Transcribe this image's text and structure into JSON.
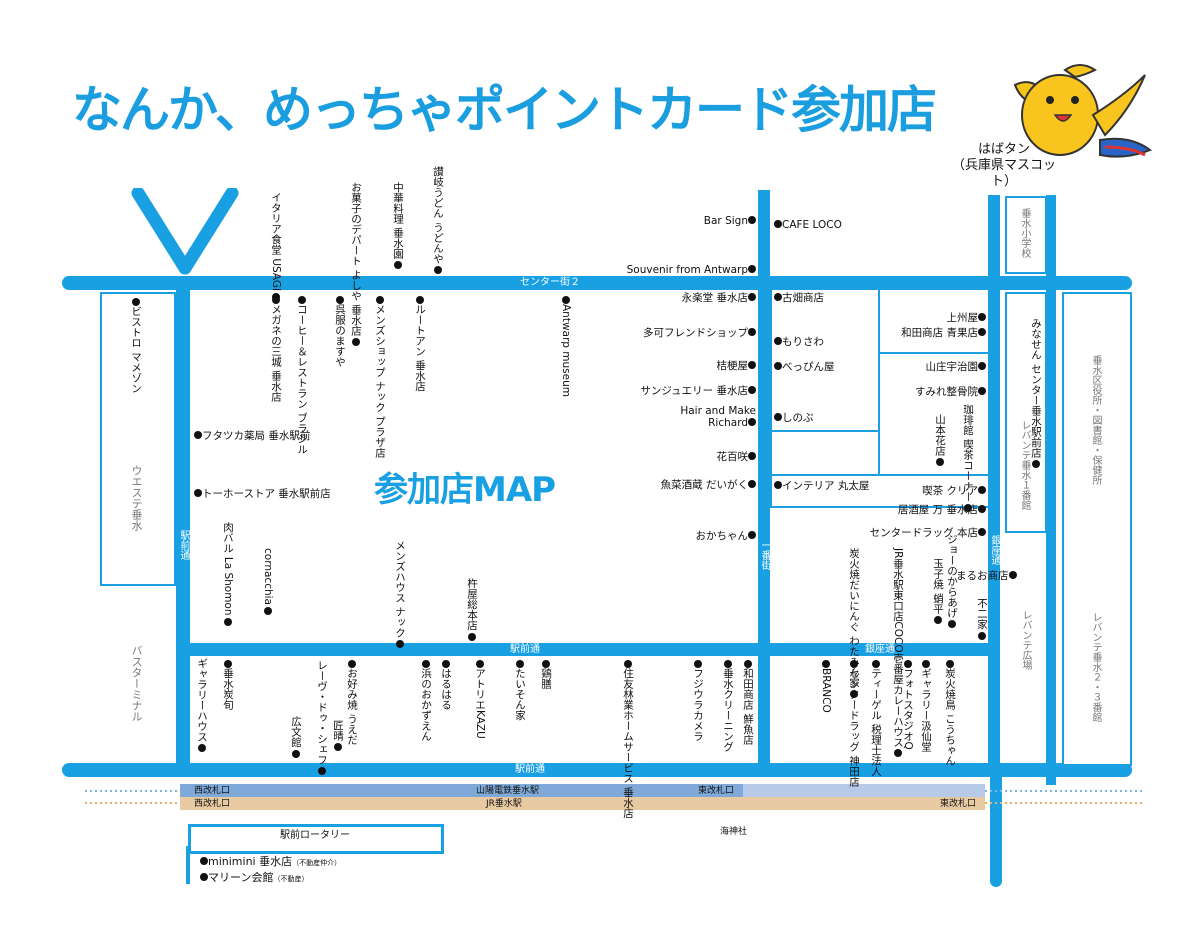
{
  "title": "なんか、めっちゃポイントカード参加店",
  "map_label": "参加店MAP",
  "mascot": {
    "icon": "habatan-mascot-icon",
    "line1": "はばタン",
    "line2": "（兵庫県マスコット）"
  },
  "colors": {
    "road": "#19a0e3",
    "rail_sanyo": "#7fa9d8",
    "rail_jr": "#e8caa2",
    "title": "#1a9ee0"
  },
  "roads": {
    "center2": "センター街２",
    "ekimae_mid": "駅前通",
    "ekimae_bottom": "駅前通",
    "ekimae_vertical": "駅前通",
    "ichibangai": "一番街",
    "ginza_vertical": "銀座通",
    "ginza_horizontal": "銀座通"
  },
  "areas": {
    "school": "垂水小学校",
    "city_office": "垂水区役所・図書館・保健所",
    "west": "ウエステ垂水",
    "bus": "バスターミナル",
    "lepante1": "レバンテ垂水１番館",
    "lepante_plaza": "レバンテ広場",
    "lepante23": "レバンテ垂水２・３番館",
    "rotary": "駅前ロータリー",
    "kaijinsha": "海神社"
  },
  "rail": {
    "sanyo_left": "西改札口",
    "sanyo_station": "山陽電鉄垂水駅",
    "sanyo_right": "東改札口",
    "jr_left": "西改札口",
    "jr_station": "JR垂水駅",
    "jr_right": "東改札口"
  },
  "shops_north": [
    "イタリア食堂 USAGI",
    "お菓子のデパート よしや 垂水店",
    "中華料理 垂水園",
    "讃岐うどん うどんや"
  ],
  "shops_center_north": [
    "メガネの三城 垂水店",
    "コーヒー＆レストラン ブラジル",
    "呉服のますや",
    "メンズショップ ナック プラザ店",
    "ルートアン 垂水店",
    "Antwarp museum"
  ],
  "shops_west": [
    "ビストロ マメゾン",
    "フタツカ薬局 垂水駅前",
    "トーホーストア 垂水駅前店"
  ],
  "shops_center_south": [
    "肉バル La Shomon",
    "cornacchia",
    "メンズハウス ナック",
    "杵屋総本店"
  ],
  "shops_ichiban_left": [
    "Bar Sign",
    "Souvenir from Antwarp",
    "永楽堂 垂水店",
    "多可フレンドショップ",
    "桔梗屋",
    "サンジュエリー 垂水店",
    "Hair and Make",
    "Richard",
    "花百咲",
    "魚菜酒蔵 だいがく",
    "おかちゃん"
  ],
  "shops_ichiban_right": [
    "CAFE LOCO",
    "古畑商店",
    "もりさわ",
    "べっぴん屋",
    "しのぶ",
    "インテリア 丸太屋"
  ],
  "shops_east": [
    "上州屋",
    "和田商店 青果店",
    "山庄宇治園",
    "すみれ整骨院",
    "山本花店",
    "珈琲館 喫茶コーナー",
    "喫茶 クリア",
    "居酒屋 万 垂水店",
    "センタードラッグ 本店",
    "みなせん センター垂水駅前店"
  ],
  "shops_ginza_north": [
    "炭火焼だいにんぐ わたみん家",
    "JR垂水駅東口店",
    "COCO壱番屋",
    "カレーハウス",
    "玉子焼 蛸平",
    "ジョーのからあげ",
    "まるお商店",
    "不二家"
  ],
  "shops_south": [
    "ギャラリーハウス",
    "垂水炭旬",
    "広文館",
    "レーヴ・ドゥ・シェフ",
    "匠晴",
    "お好み焼 うえだ",
    "浜のおかずえん",
    "はるはる",
    "アトリエKAZU",
    "たいそん家",
    "鶏膳",
    "住友林業ホームサービス 垂水店",
    "フジウラカメラ",
    "垂水クリーニング",
    "和田商店 鮮魚店",
    "BRANCO",
    "センタードラッグ 神田店",
    "ティーゲル 税理士法人",
    "フォトスタジオQ",
    "ギャラリー汲仙堂",
    "炭火焼鳥 こうちゃん"
  ],
  "shops_rotary": [
    "minimini 垂水店",
    "（不動産仲介）",
    "マリーン会館",
    "（不動産）"
  ]
}
